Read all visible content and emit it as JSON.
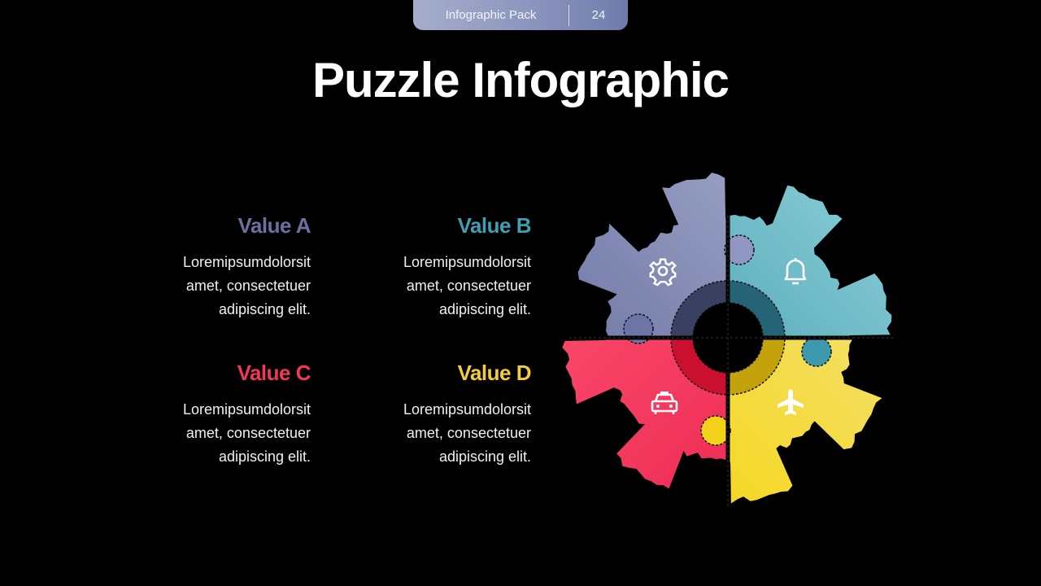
{
  "header": {
    "pack_label": "Infographic Pack",
    "page_number": "24"
  },
  "title": "Puzzle Infographic",
  "values": {
    "a": {
      "title": "Value A",
      "line1": "Loremipsumdolorsit",
      "line2": "amet, consectetuer",
      "line3": "adipiscing elit.",
      "color": "#6b70a0"
    },
    "b": {
      "title": "Value B",
      "line1": "Loremipsumdolorsit",
      "line2": "amet, consectetuer",
      "line3": "adipiscing elit.",
      "color": "#3f9fb0"
    },
    "c": {
      "title": "Value C",
      "line1": "Loremipsumdolorsit",
      "line2": "amet, consectetuer",
      "line3": "adipiscing elit.",
      "color": "#f2385a"
    },
    "d": {
      "title": "Value D",
      "line1": "Loremipsumdolorsit",
      "line2": "amet, consectetuer",
      "line3": "adipiscing elit.",
      "color": "#f4cb3a"
    }
  },
  "puzzle": {
    "pieces": [
      {
        "key": "a",
        "icon": "gear-icon",
        "color": "#7d82b0"
      },
      {
        "key": "b",
        "icon": "bell-icon",
        "color": "#4aa9b8"
      },
      {
        "key": "c",
        "icon": "taxi-icon",
        "color": "#f43f61"
      },
      {
        "key": "d",
        "icon": "airplane-icon",
        "color": "#f1d23c"
      }
    ]
  }
}
